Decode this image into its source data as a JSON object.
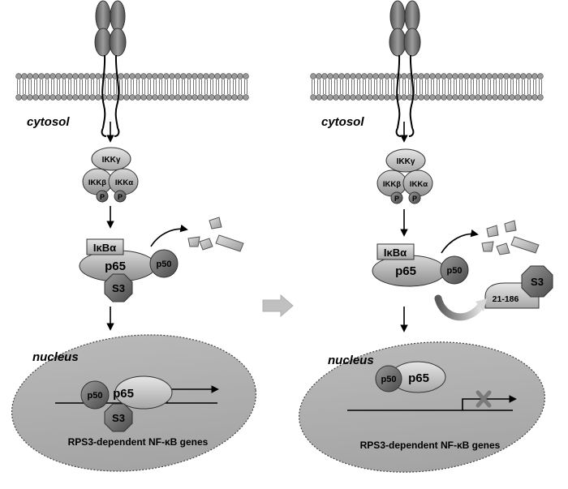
{
  "panels": [
    {
      "cytosol_label": "cytosol",
      "ikk": {
        "gamma": "IKKγ",
        "beta": "IKKβ",
        "alpha": "IKKα",
        "phospho": "P"
      },
      "complex": {
        "ikba": "IκBα",
        "p65": "p65",
        "p50": "p50",
        "s3": "S3"
      },
      "nucleus": {
        "label": "nucleus",
        "p50": "p50",
        "p65": "p65",
        "s3": "S3",
        "genes": "RPS3-dependent NF-κB genes"
      }
    },
    {
      "cytosol_label": "cytosol",
      "ikk": {
        "gamma": "IKKγ",
        "beta": "IKKβ",
        "alpha": "IKKα",
        "phospho": "P"
      },
      "complex": {
        "ikba": "IκBα",
        "p65": "p65",
        "p50": "p50"
      },
      "s3_fragment": {
        "s3": "S3",
        "fragment": "21-186"
      },
      "nucleus": {
        "label": "nucleus",
        "p50": "p50",
        "p65": "p65",
        "genes": "RPS3-dependent NF-κB genes"
      }
    }
  ],
  "colors": {
    "membrane_head": "#9a9a9a",
    "receptor": "#666666",
    "ikk_light": "#c4c4c4",
    "protein_mid": "#a8a8a8",
    "protein_dark": "#6e6e6e",
    "nucleus_fill": "#b0b0b0",
    "transition_arrow": "#c0c0c0",
    "block_mark": "#7a7a7a"
  },
  "icons": {
    "transition": "right-arrow-icon",
    "transcription_blocked": "x-mark-icon",
    "cleavage": "curved-arrow-icon"
  }
}
